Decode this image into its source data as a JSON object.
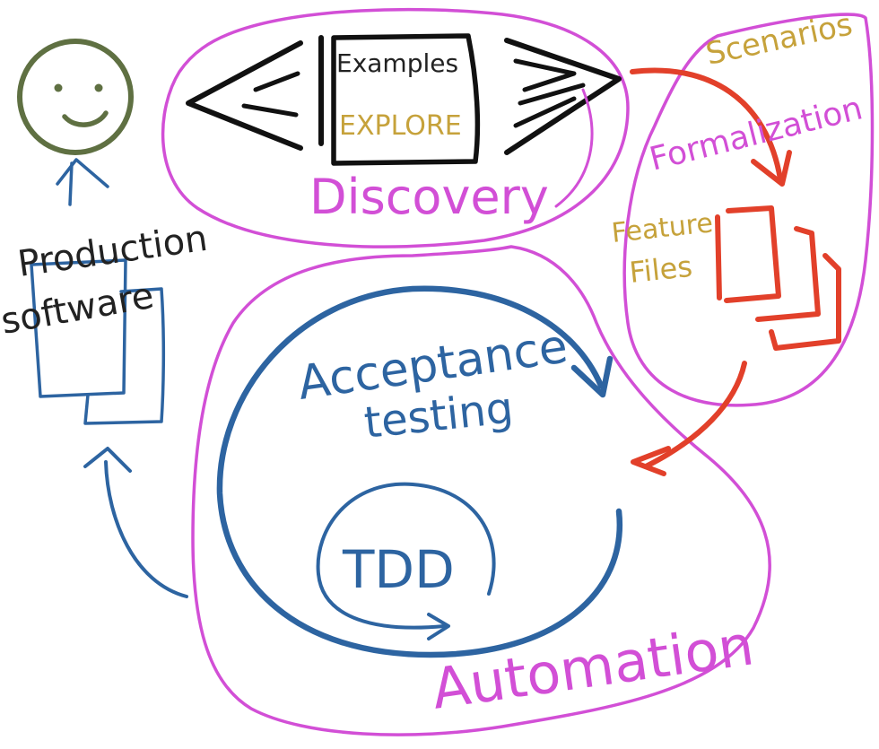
{
  "colors": {
    "magenta": "#d24fd6",
    "blue": "#2d64a1",
    "red": "#e2402a",
    "gold": "#c6a23b",
    "black": "#111111",
    "olive": "#5f7042"
  },
  "labels": {
    "examples": "Examples",
    "explore": "EXPLORE",
    "discovery": "Discovery",
    "scenarios": "Scenarios",
    "formalization": "Formalization",
    "feature_files_line1": "Feature",
    "feature_files_line2": "Files",
    "production_line1": "Production",
    "production_line2": "software",
    "acceptance_line1": "Acceptance",
    "acceptance_line2": "testing",
    "tdd": "TDD",
    "automation": "Automation"
  },
  "icons": {
    "user": "smiley-face-icon",
    "document": "document-icon",
    "files": "file-stack-icon"
  }
}
